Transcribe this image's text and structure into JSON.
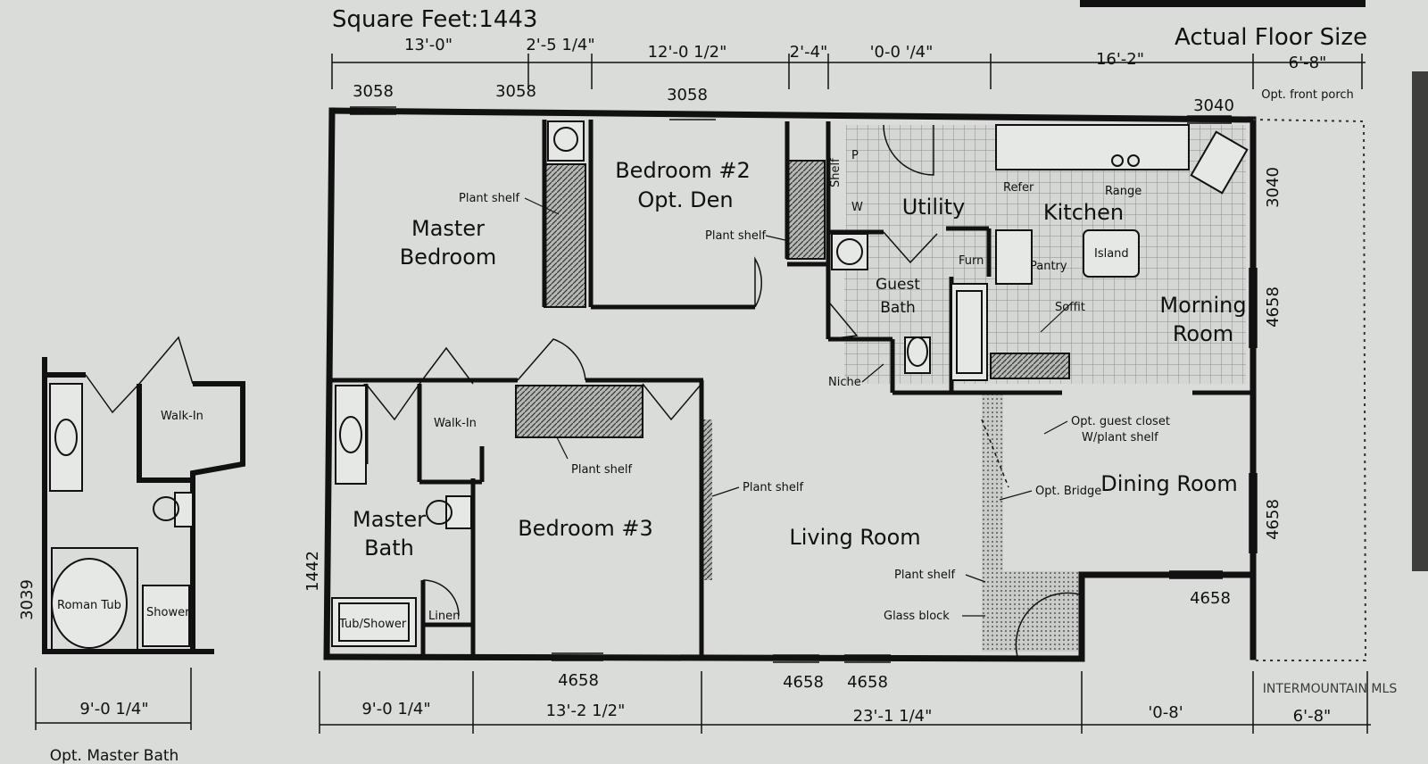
{
  "header": {
    "square_feet": "Square Feet:1443",
    "actual_floor_size": "Actual Floor Size"
  },
  "rooms": {
    "bedroom2_line1": "Bedroom #2",
    "bedroom2_line2": "Opt. Den",
    "master_bedroom_line1": "Master",
    "master_bedroom_line2": "Bedroom",
    "utility": "Utility",
    "kitchen": "Kitchen",
    "guest_bath_line1": "Guest",
    "guest_bath_line2": "Bath",
    "morning_room_line1": "Morning",
    "morning_room_line2": "Room",
    "master_bath_line1": "Master",
    "master_bath_line2": "Bath",
    "bedroom3": "Bedroom #3",
    "living_room": "Living Room",
    "dining_room": "Dining Room"
  },
  "fixtures": {
    "plant_shelf": "Plant shelf",
    "walk_in": "Walk-In",
    "tub_shower": "Tub/Shower",
    "linen": "Linen",
    "niche": "Niche",
    "shelf": "Shelf",
    "p": "P",
    "w": "W",
    "refer": "Refer",
    "range": "Range",
    "pantry": "Pantry",
    "island": "Island",
    "furn": "Furn",
    "soffit": "Soffit",
    "opt_guest_closet_line1": "Opt. guest closet",
    "opt_guest_closet_line2": "W/plant shelf",
    "opt_bridge": "Opt. Bridge",
    "glass_block": "Glass block",
    "opt_front_porch": "Opt. front porch",
    "roman_tub": "Roman Tub",
    "shower": "Shower"
  },
  "windows": {
    "w3058": "3058",
    "w3040": "3040",
    "w4658": "4658",
    "w1442": "1442",
    "w3039": "3039"
  },
  "dimensions_top": [
    "13'-0\"",
    "2'-5 1/4\"",
    "12'-0 1/2\"",
    "2'-4\"",
    "'0-0 '/4\"",
    "16'-2\"",
    "6'-8\""
  ],
  "dimensions_bottom": [
    "9'-0 1/4\"",
    "13'-2 1/2\"",
    "23'-1 1/4\"",
    "'0-8'",
    "6'-8\""
  ],
  "inset": {
    "dimension": "9'-0 1/4\"",
    "caption": "Opt. Master Bath"
  },
  "watermark": "INTERMOUNTAIN MLS"
}
